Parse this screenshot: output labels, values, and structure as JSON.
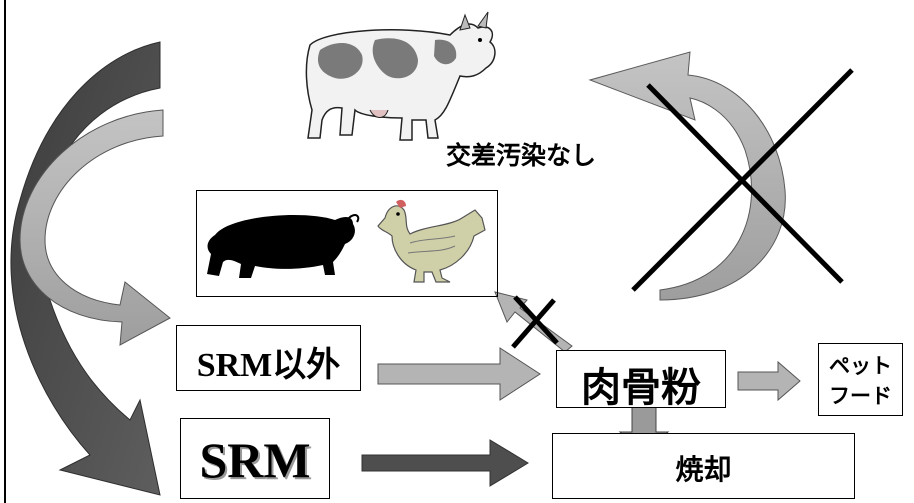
{
  "labels": {
    "no_cross_contamination": "交差汚染なし",
    "srm_other": "SRM以外",
    "srm": "SRM",
    "meat_bone_meal": "肉骨粉",
    "pet_food_line1": "ペット",
    "pet_food_line2": "フード",
    "incineration": "焼却"
  },
  "icons": {
    "cow": "cow-icon",
    "pig": "pig-icon",
    "chicken": "chicken-icon",
    "ban_large": "cross-mark-icon",
    "ban_small": "cross-mark-icon"
  },
  "colors": {
    "arrow_dark": "#4a4a4a",
    "arrow_mid": "#6e6e6e",
    "arrow_light": "#b2b2b2",
    "arrow_edge": "#5a5a5a",
    "cross": "#000000"
  }
}
